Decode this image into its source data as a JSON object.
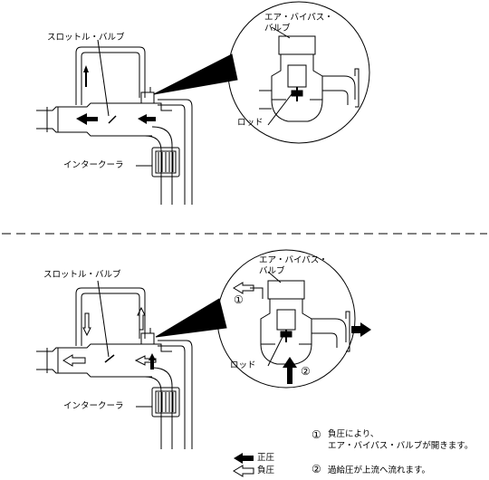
{
  "top": {
    "throttle_label": "スロットル・バルブ",
    "intercooler_label": "インタークーラ",
    "bypass_label_1": "エア・バイパス・",
    "bypass_label_2": "バルブ",
    "rod_label": "ロッド"
  },
  "bottom": {
    "throttle_label": "スロットル・バルブ",
    "intercooler_label": "インタークーラ",
    "bypass_label_1": "エア・バイパス・",
    "bypass_label_2": "バルブ",
    "rod_label": "ロッド",
    "marker_1": "①",
    "marker_2": "②"
  },
  "legend": {
    "positive_pressure": "正圧",
    "negative_pressure": "負圧",
    "note_1_marker": "①",
    "note_1_line1": "負圧により、",
    "note_1_line2": "エア・バイパス・バルブが開きます。",
    "note_2_marker": "②",
    "note_2_text": "過給圧が上流へ流れます。"
  }
}
